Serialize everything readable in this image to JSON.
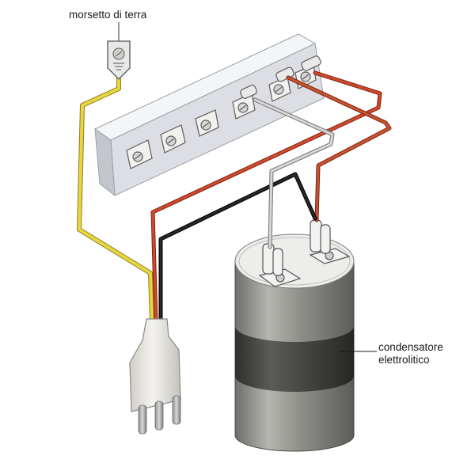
{
  "labels": {
    "earth_terminal": "morsetto di terra",
    "capacitor_line1": "condensatore",
    "capacitor_line2": "elettrolitico"
  },
  "colors": {
    "background": "#ffffff",
    "wire_yellow": "#e6d23c",
    "wire_red": "#c4452b",
    "wire_orange": "#cf7a3a",
    "wire_black": "#1b1b1b",
    "wire_grey": "#c9c9c9",
    "capacitor_body": "#8d8d88",
    "capacitor_band": "#3e403d",
    "terminal_block": "#e4e6ea",
    "plug_body": "#ecebe6"
  },
  "icons": {
    "earth_terminal": "earth-ground-icon",
    "plug": "power-plug-icon",
    "capacitor": "electrolytic-capacitor-icon"
  }
}
